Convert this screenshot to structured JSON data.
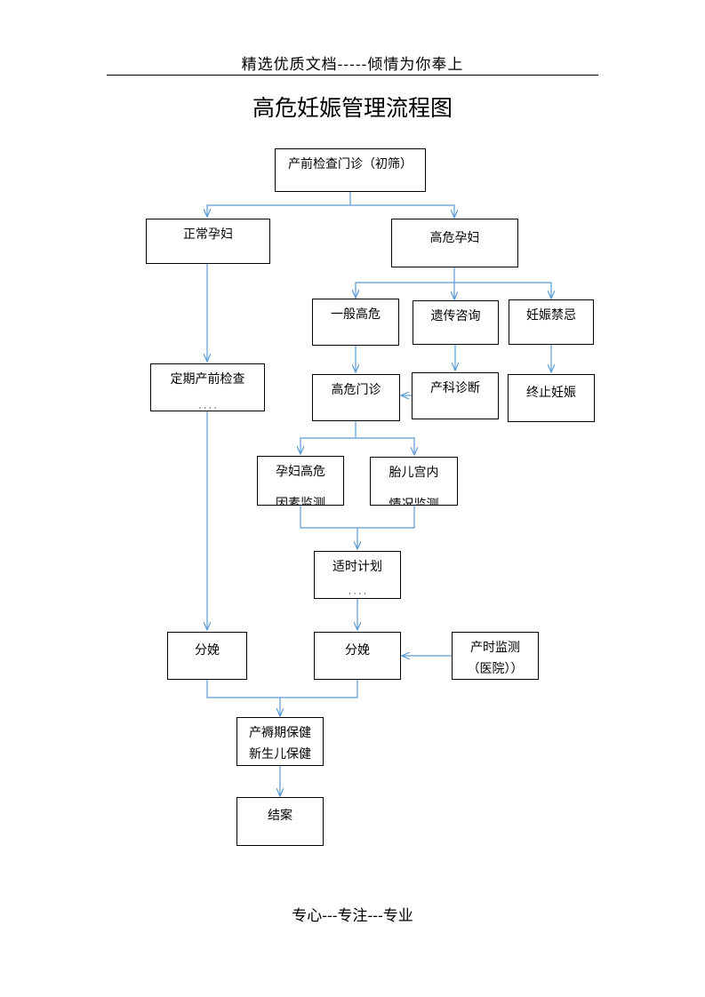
{
  "header": {
    "text": "精选优质文档-----倾情为你奉上"
  },
  "title": "高危妊娠管理流程图",
  "footer": {
    "text": "专心---专注---专业"
  },
  "colors": {
    "arrow": "#5b9bd5",
    "border": "#000000"
  },
  "nodes": {
    "initial_screening": {
      "line1": "产前检查门诊（初筛）"
    },
    "normal_pregnancy": {
      "line1": "正常孕妇"
    },
    "high_risk_pregnancy": {
      "line1": "高危孕妇"
    },
    "general_high_risk": {
      "line1": "一般高危"
    },
    "genetic_counseling": {
      "line1": "遗传咨询"
    },
    "pregnancy_contraindication": {
      "line1": "妊娠禁忌"
    },
    "regular_prenatal_check": {
      "line1": "定期产前检查",
      "line2": "· · · ·"
    },
    "high_risk_clinic": {
      "line1": "高危门诊"
    },
    "obstetric_diagnosis": {
      "line1": "产科诊断"
    },
    "terminate_pregnancy": {
      "line1": "终止妊娠"
    },
    "maternal_high_risk": {
      "line1": "孕妇高危",
      "line2": "因素监测"
    },
    "fetal_intrauterine": {
      "line1": "胎儿宫内",
      "line2": "情况监测"
    },
    "timely_plan": {
      "line1": "适时计划",
      "line2": "· · · ·"
    },
    "delivery_left": {
      "line1": "分娩"
    },
    "delivery_right": {
      "line1": "分娩"
    },
    "intrapartum_monitoring": {
      "line1": "产时监测",
      "line2": "（医院））"
    },
    "postpartum_care": {
      "line1": "产褥期保健",
      "line2": "新生儿保健"
    },
    "case_closed": {
      "line1": "结案"
    }
  }
}
